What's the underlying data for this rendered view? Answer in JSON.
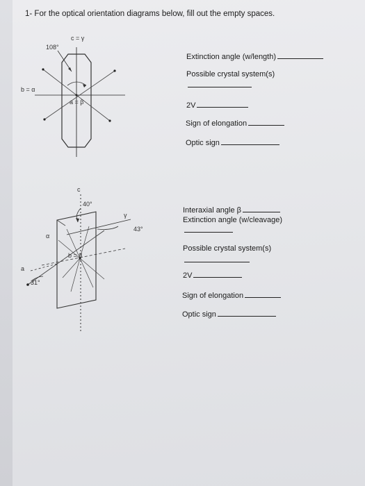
{
  "title": "1- For the optical orientation diagrams below, fill out the empty spaces.",
  "diagram1": {
    "label_c": "c = γ",
    "label_angle": "108°",
    "label_b": "b = α",
    "label_a": "a = β"
  },
  "questions1": {
    "extinction": "Extinction angle (w/length)",
    "crystal_system": "Possible crystal system(s)",
    "two_v": "2V",
    "elongation": "Sign of elongation",
    "optic_sign": "Optic sign"
  },
  "diagram2": {
    "label_c": "c",
    "label_40": "40°",
    "label_gamma": "γ",
    "label_43": "43°",
    "label_alpha": "α",
    "label_b": "b = β",
    "label_a": "a",
    "label_31": "31°"
  },
  "questions2": {
    "interaxial": "Interaxial angle β",
    "extinction": "Extinction angle (w/cleavage)",
    "crystal_system": "Possible crystal system(s)",
    "two_v": "2V",
    "elongation": "Sign of elongation",
    "optic_sign": "Optic sign"
  }
}
